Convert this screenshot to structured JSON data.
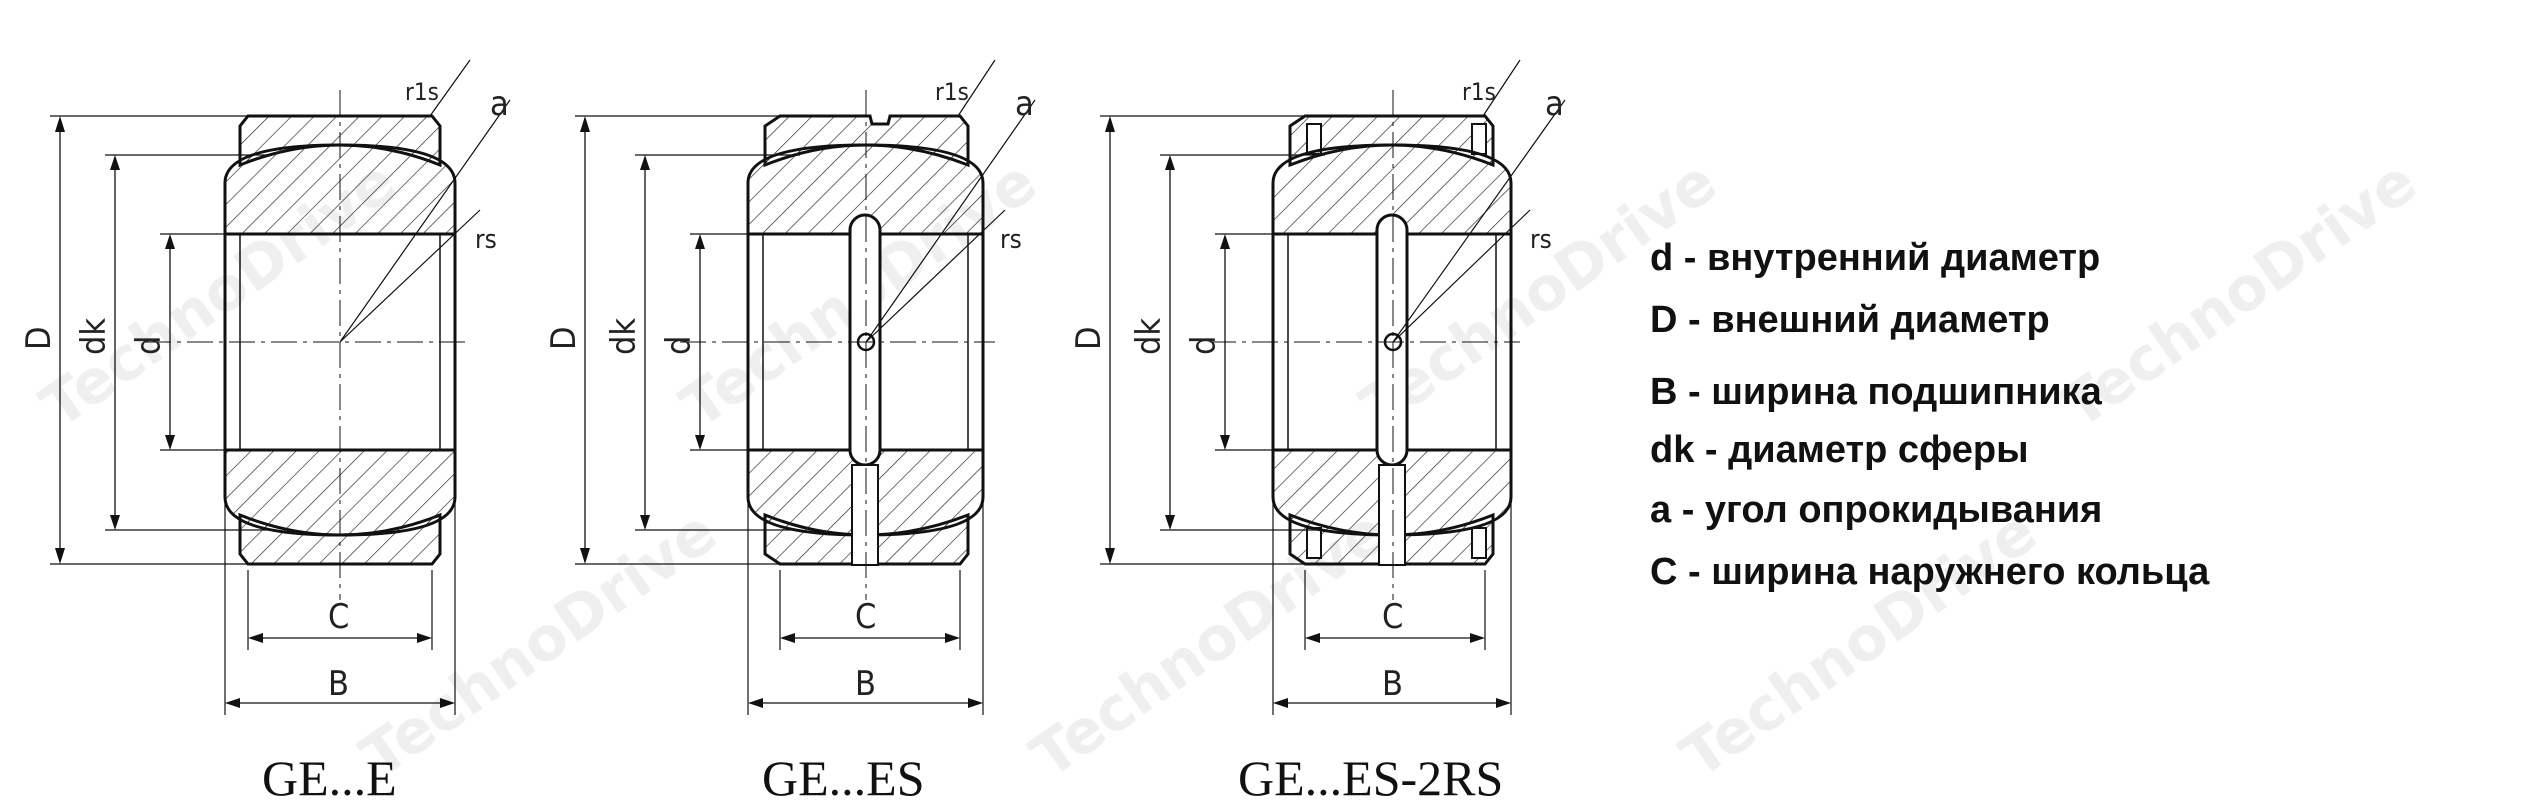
{
  "diagram": {
    "captions": [
      "GE...E",
      "GE...ES",
      "GE...ES-2RS"
    ],
    "dimension_labels": {
      "D": "D",
      "dk": "dk",
      "d": "d",
      "B": "B",
      "C": "C",
      "r1s": "r1s",
      "rs": "rs",
      "a": "a"
    }
  },
  "legend": [
    {
      "symbol": "d",
      "text": "- внутренний диаметр"
    },
    {
      "symbol": "D",
      "text": "- внешний диаметр"
    },
    {
      "symbol": "B",
      "text": "- ширина подшипника"
    },
    {
      "symbol": "dk",
      "text": "- диаметр сферы"
    },
    {
      "symbol": "a",
      "text": "- угол опрокидывания"
    },
    {
      "symbol": "C",
      "text": "- ширина наружнего кольца"
    }
  ],
  "watermark": "TechnoDrive"
}
